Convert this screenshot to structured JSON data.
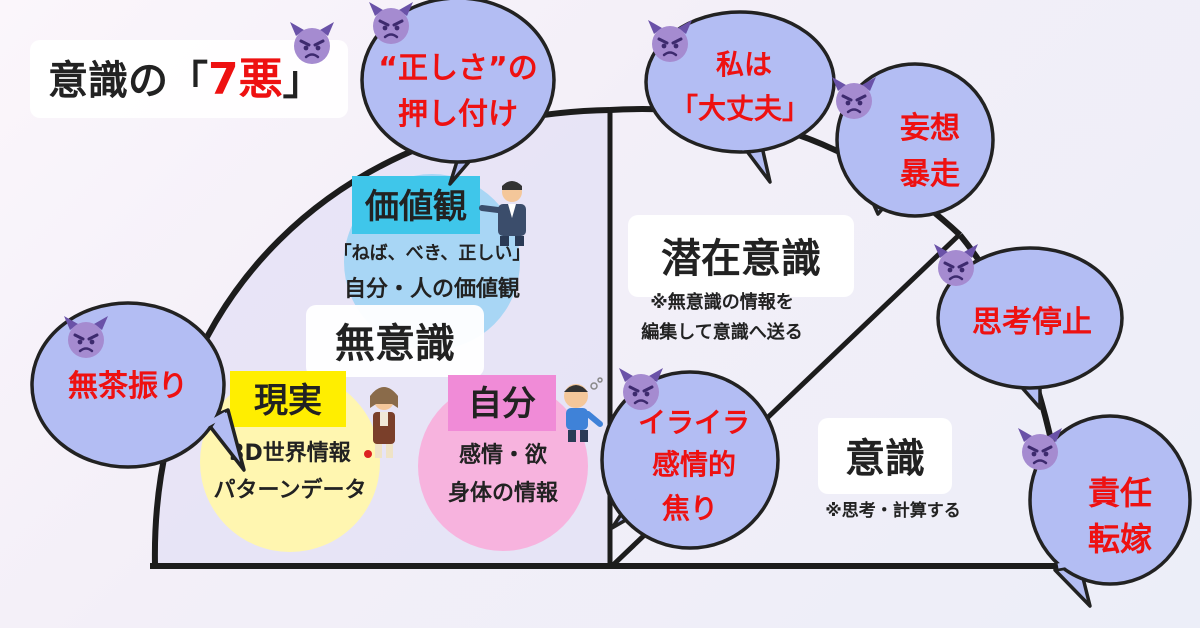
{
  "title": {
    "prefix": "意識の「",
    "highlight": "7悪",
    "suffix": "」"
  },
  "colors": {
    "bubble_fill": "#b3bdf3",
    "bubble_stroke": "#222222",
    "evil_text": "#ee1111",
    "label_values_bg": "#3fc6ea",
    "label_reality_bg": "#ffee00",
    "label_self_bg": "#f08bd7",
    "circle_values": "#a8d6f5",
    "circle_reality": "#fff6b0",
    "circle_self": "#f7b3de",
    "devil_face": "#a58bd0",
    "devil_horn": "#6a52a8"
  },
  "regions": {
    "unconscious": "無意識",
    "subconscious": "潜在意識",
    "subconscious_note": [
      "※無意識の情報を",
      "編集して意識へ送る"
    ],
    "conscious": "意識",
    "conscious_note": "※思考・計算する"
  },
  "circles": {
    "values": {
      "label": "価値観",
      "lines": [
        "「ねば、べき、正しい」",
        "自分・人の価値観"
      ]
    },
    "reality": {
      "label": "現実",
      "lines": [
        "3D世界情報",
        "パターンデータ"
      ]
    },
    "self": {
      "label": "自分",
      "lines": [
        "感情・欲",
        "身体の情報"
      ]
    }
  },
  "evils": [
    {
      "id": "correctness",
      "lines": [
        "“正しさ”の",
        "押し付け"
      ]
    },
    {
      "id": "okay",
      "lines": [
        "私は",
        "「大丈夫」"
      ]
    },
    {
      "id": "delusion",
      "lines": [
        "妄想",
        "暴走"
      ]
    },
    {
      "id": "stop-thinking",
      "lines": [
        "思考停止"
      ]
    },
    {
      "id": "blame",
      "lines": [
        "責任",
        "転嫁"
      ]
    },
    {
      "id": "unreasonable",
      "lines": [
        "無茶振り"
      ]
    },
    {
      "id": "irritation",
      "lines": [
        "イライラ",
        "感情的",
        "焦り"
      ]
    }
  ],
  "icons": [
    "devil-icon",
    "businessman-icon",
    "scientist-icon",
    "boy-icon"
  ]
}
